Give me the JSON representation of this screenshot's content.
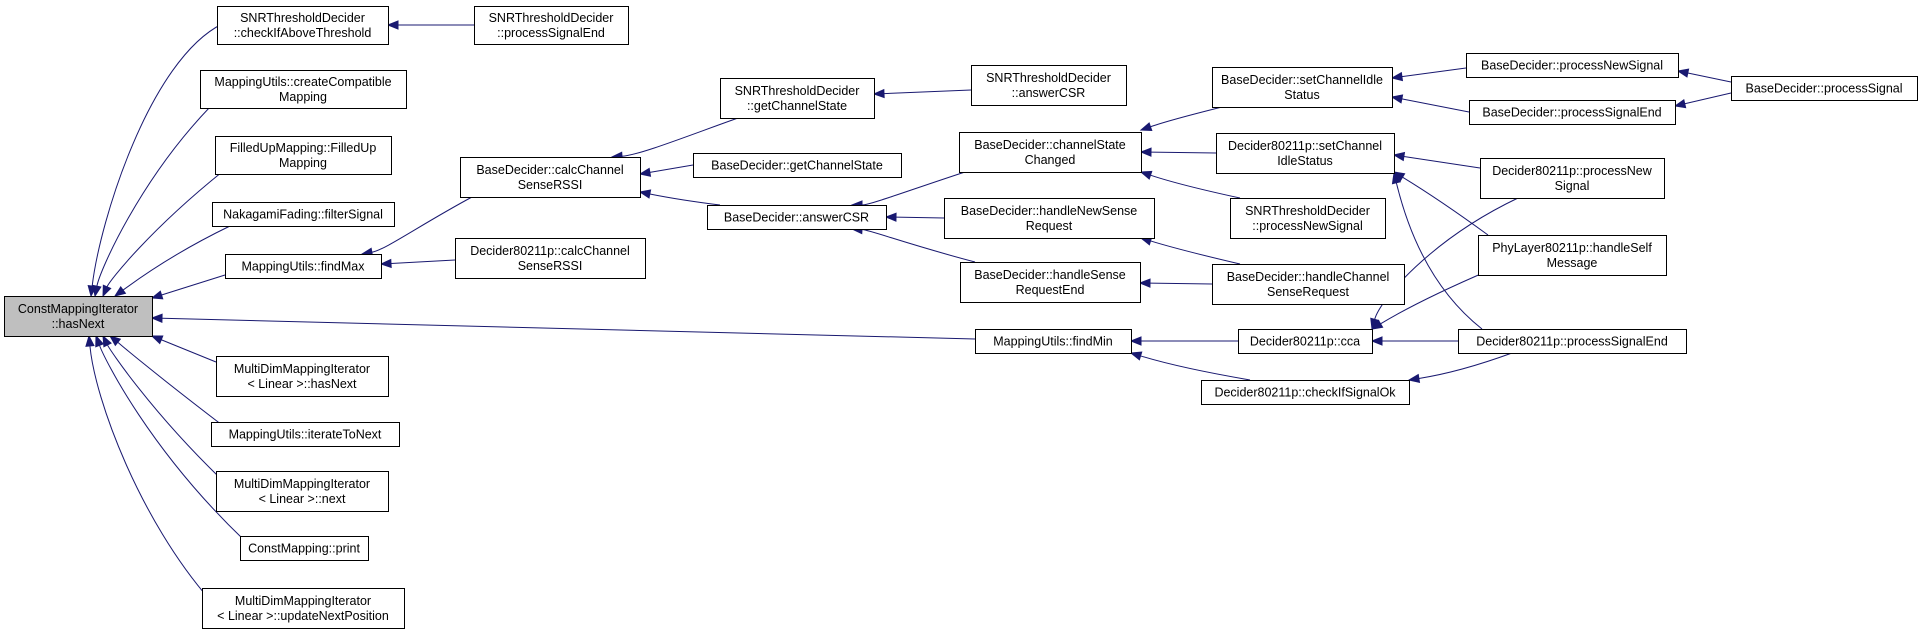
{
  "graph": {
    "title": "",
    "colors": {
      "edge": "#191970",
      "node_border": "#000000",
      "node_fill": "#ffffff",
      "root_fill": "#bfbfbf",
      "background": "#ffffff"
    },
    "nodes": [
      {
        "id": "root",
        "lines": [
          "ConstMappingIterator",
          "::hasNext"
        ]
      },
      {
        "id": "snr_check",
        "lines": [
          "SNRThresholdDecider",
          "::checkIfAboveThreshold"
        ]
      },
      {
        "id": "snr_pse",
        "lines": [
          "SNRThresholdDecider",
          "::processSignalEnd"
        ]
      },
      {
        "id": "mu_create",
        "lines": [
          "MappingUtils::createCompatible",
          "Mapping"
        ]
      },
      {
        "id": "filled",
        "lines": [
          "FilledUpMapping::FilledUp",
          "Mapping"
        ]
      },
      {
        "id": "naka",
        "lines": [
          "NakagamiFading::filterSignal"
        ]
      },
      {
        "id": "mu_findmax",
        "lines": [
          "MappingUtils::findMax"
        ]
      },
      {
        "id": "bd_calc",
        "lines": [
          "BaseDecider::calcChannel",
          "SenseRSSI"
        ]
      },
      {
        "id": "d_calc",
        "lines": [
          "Decider80211p::calcChannel",
          "SenseRSSI"
        ]
      },
      {
        "id": "snr_getcs",
        "lines": [
          "SNRThresholdDecider",
          "::getChannelState"
        ]
      },
      {
        "id": "snr_acsr",
        "lines": [
          "SNRThresholdDecider",
          "::answerCSR"
        ]
      },
      {
        "id": "bd_getcs",
        "lines": [
          "BaseDecider::getChannelState"
        ]
      },
      {
        "id": "bd_acsr",
        "lines": [
          "BaseDecider::answerCSR"
        ]
      },
      {
        "id": "bd_csc",
        "lines": [
          "BaseDecider::channelState",
          "Changed"
        ]
      },
      {
        "id": "bd_hnsr",
        "lines": [
          "BaseDecider::handleNewSense",
          "Request"
        ]
      },
      {
        "id": "bd_hsre",
        "lines": [
          "BaseDecider::handleSense",
          "RequestEnd"
        ]
      },
      {
        "id": "bd_scis",
        "lines": [
          "BaseDecider::setChannelIdle",
          "Status"
        ]
      },
      {
        "id": "d_scis",
        "lines": [
          "Decider80211p::setChannel",
          "IdleStatus"
        ]
      },
      {
        "id": "snr_pns",
        "lines": [
          "SNRThresholdDecider",
          "::processNewSignal"
        ]
      },
      {
        "id": "bd_hcsr",
        "lines": [
          "BaseDecider::handleChannel",
          "SenseRequest"
        ]
      },
      {
        "id": "bd_pns",
        "lines": [
          "BaseDecider::processNewSignal"
        ]
      },
      {
        "id": "bd_pse",
        "lines": [
          "BaseDecider::processSignalEnd"
        ]
      },
      {
        "id": "bd_ps",
        "lines": [
          "BaseDecider::processSignal"
        ]
      },
      {
        "id": "d_pns",
        "lines": [
          "Decider80211p::processNew",
          "Signal"
        ]
      },
      {
        "id": "phy_hsm",
        "lines": [
          "PhyLayer80211p::handleSelf",
          "Message"
        ]
      },
      {
        "id": "d_pse",
        "lines": [
          "Decider80211p::processSignalEnd"
        ]
      },
      {
        "id": "mu_findmin",
        "lines": [
          "MappingUtils::findMin"
        ]
      },
      {
        "id": "d_cca",
        "lines": [
          "Decider80211p::cca"
        ]
      },
      {
        "id": "d_cso",
        "lines": [
          "Decider80211p::checkIfSignalOk"
        ]
      },
      {
        "id": "mdmi_hasnext",
        "lines": [
          "MultiDimMappingIterator",
          "< Linear >::hasNext"
        ]
      },
      {
        "id": "mu_iter",
        "lines": [
          "MappingUtils::iterateToNext"
        ]
      },
      {
        "id": "mdmi_next",
        "lines": [
          "MultiDimMappingIterator",
          "< Linear >::next"
        ]
      },
      {
        "id": "cm_print",
        "lines": [
          "ConstMapping::print"
        ]
      },
      {
        "id": "mdmi_unp",
        "lines": [
          "MultiDimMappingIterator",
          "< Linear >::updateNextPosition"
        ]
      }
    ],
    "edges": [
      {
        "from": "snr_check",
        "to": "root"
      },
      {
        "from": "mu_create",
        "to": "root"
      },
      {
        "from": "filled",
        "to": "root"
      },
      {
        "from": "naka",
        "to": "root"
      },
      {
        "from": "mu_findmax",
        "to": "root"
      },
      {
        "from": "mu_findmin",
        "to": "root"
      },
      {
        "from": "mdmi_hasnext",
        "to": "root"
      },
      {
        "from": "mu_iter",
        "to": "root"
      },
      {
        "from": "mdmi_next",
        "to": "root"
      },
      {
        "from": "cm_print",
        "to": "root"
      },
      {
        "from": "mdmi_unp",
        "to": "root"
      },
      {
        "from": "snr_pse",
        "to": "snr_check"
      },
      {
        "from": "bd_calc",
        "to": "mu_findmax"
      },
      {
        "from": "d_calc",
        "to": "mu_findmax"
      },
      {
        "from": "snr_getcs",
        "to": "bd_calc"
      },
      {
        "from": "bd_getcs",
        "to": "bd_calc"
      },
      {
        "from": "bd_acsr",
        "to": "bd_calc"
      },
      {
        "from": "snr_acsr",
        "to": "snr_getcs"
      },
      {
        "from": "bd_csc",
        "to": "bd_acsr"
      },
      {
        "from": "bd_hnsr",
        "to": "bd_acsr"
      },
      {
        "from": "bd_hsre",
        "to": "bd_acsr"
      },
      {
        "from": "bd_scis",
        "to": "bd_csc"
      },
      {
        "from": "d_scis",
        "to": "bd_csc"
      },
      {
        "from": "snr_pns",
        "to": "bd_csc"
      },
      {
        "from": "bd_hcsr",
        "to": "bd_hnsr"
      },
      {
        "from": "bd_hcsr",
        "to": "bd_hsre"
      },
      {
        "from": "bd_pns",
        "to": "bd_scis"
      },
      {
        "from": "bd_pse",
        "to": "bd_scis"
      },
      {
        "from": "bd_ps",
        "to": "bd_pns"
      },
      {
        "from": "bd_ps",
        "to": "bd_pse"
      },
      {
        "from": "d_pns",
        "to": "d_scis"
      },
      {
        "from": "phy_hsm",
        "to": "d_scis"
      },
      {
        "from": "d_pse",
        "to": "d_scis"
      },
      {
        "from": "d_cca",
        "to": "mu_findmin"
      },
      {
        "from": "d_cso",
        "to": "mu_findmin"
      },
      {
        "from": "d_pns",
        "to": "d_cca"
      },
      {
        "from": "phy_hsm",
        "to": "d_cca"
      },
      {
        "from": "d_pse",
        "to": "d_cca"
      },
      {
        "from": "d_pse",
        "to": "d_cso"
      }
    ]
  }
}
